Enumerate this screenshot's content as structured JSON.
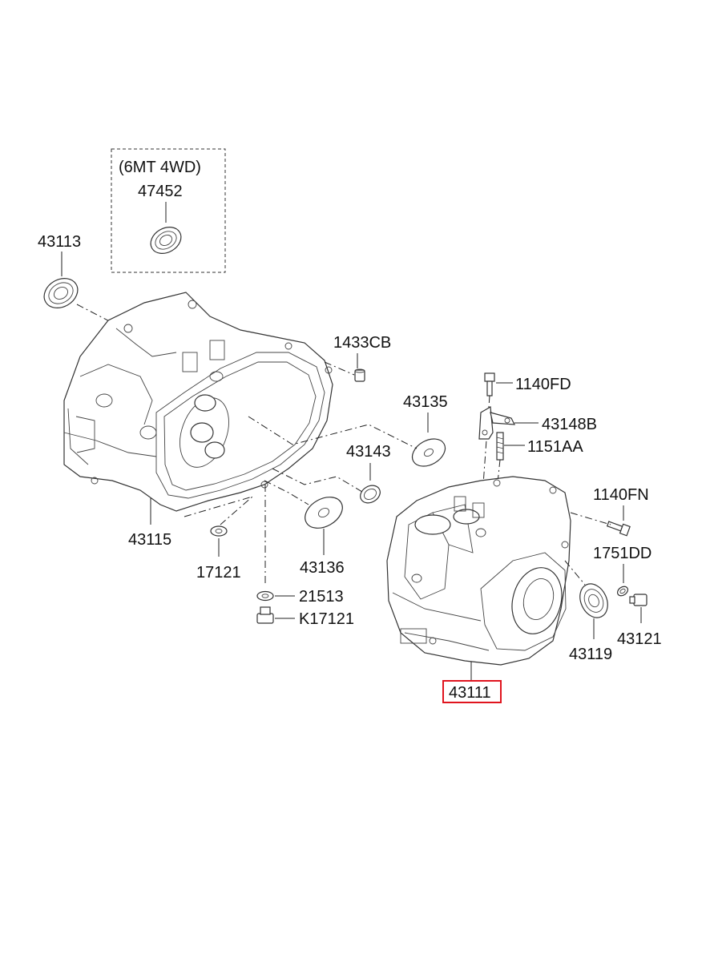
{
  "diagram": {
    "option_group": {
      "heading": "(6MT 4WD)",
      "part": "47452"
    },
    "parts": {
      "p43113": "43113",
      "p43115": "43115",
      "p1433CB": "1433CB",
      "p43135": "43135",
      "p43143": "43143",
      "p43136": "43136",
      "p17121": "17121",
      "p21513": "21513",
      "pK17121": "K17121",
      "p1140FD": "1140FD",
      "p43148B": "43148B",
      "p1151AA": "1151AA",
      "p1140FN": "1140FN",
      "p1751DD": "1751DD",
      "p43119": "43119",
      "p43121": "43121",
      "p43111": "43111"
    },
    "highlight_color": "#e0141e"
  }
}
